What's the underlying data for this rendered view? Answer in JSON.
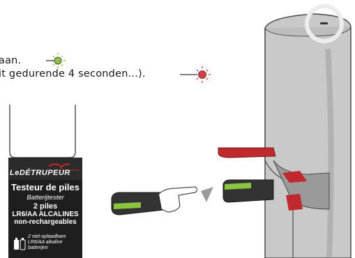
{
  "instructions": {
    "line1": "aan.",
    "line2": "it gedurende 4 seconden...)."
  },
  "indicators": {
    "green": {
      "icon": "led-green-icon",
      "color": "#8bc53f"
    },
    "red": {
      "icon": "led-red-icon",
      "color": "#e2383f"
    }
  },
  "package": {
    "brand": "LeDÉTRUPEUR",
    "title": "Testeur de piles",
    "subtitle": "Batterijtester",
    "count": "2 piles",
    "type": "LR6/AA ALCALINES",
    "rechargeable": "non-rechargeables",
    "nl_line1": "2 niet-oplaadbare",
    "nl_line2": "LR6/AA alkaline",
    "nl_line3": "batterijen"
  },
  "colors": {
    "accent": "#c0292e",
    "battery_green": "#8bc53f",
    "package_dark": "#1e1e1e"
  }
}
